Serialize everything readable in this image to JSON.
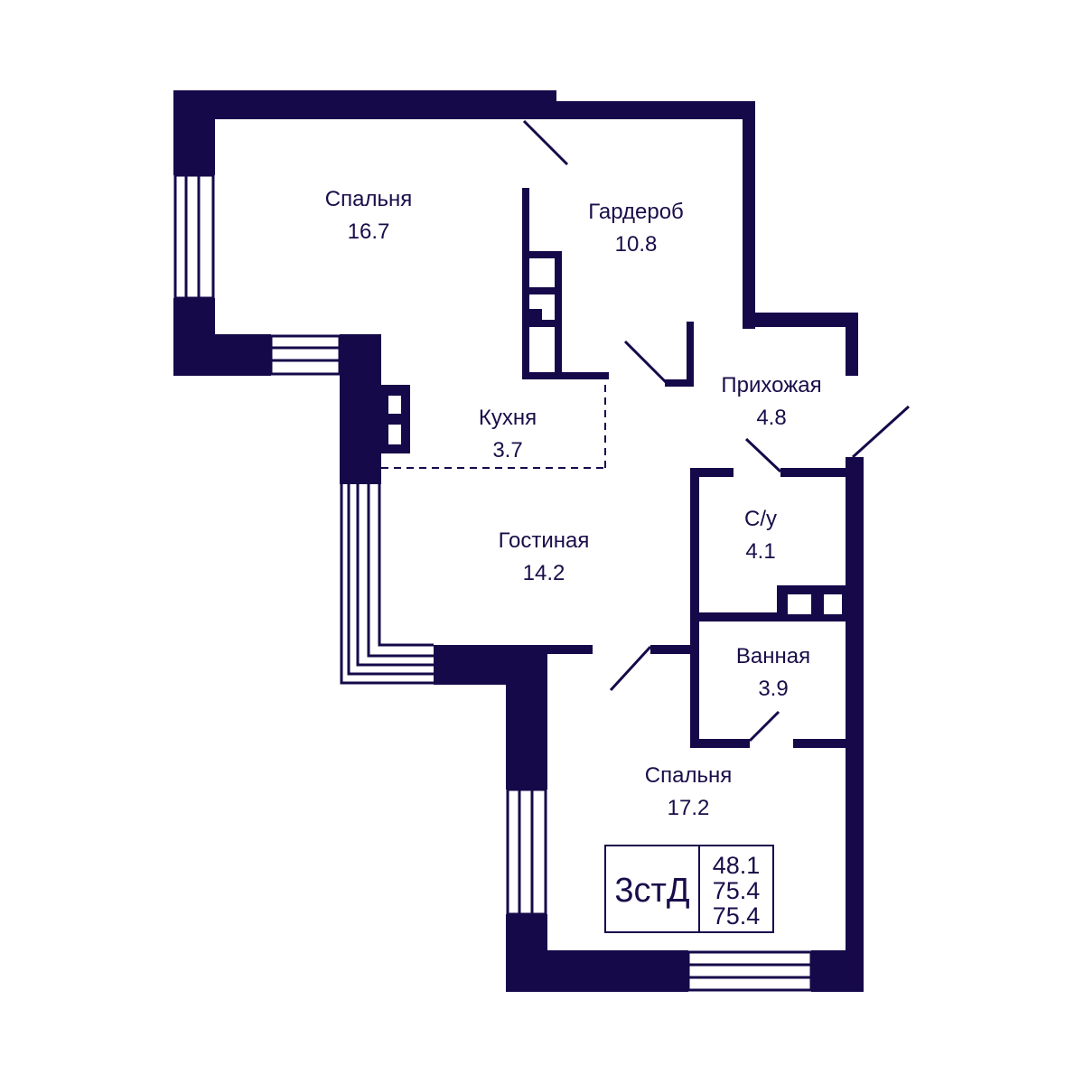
{
  "colors": {
    "wall": "#16094a",
    "background": "#ffffff"
  },
  "rooms": [
    {
      "name": "Спальня",
      "area": "16.7"
    },
    {
      "name": "Гардероб",
      "area": "10.8"
    },
    {
      "name": "Прихожая",
      "area": "4.8"
    },
    {
      "name": "Кухня",
      "area": "3.7"
    },
    {
      "name": "Гостиная",
      "area": "14.2"
    },
    {
      "name": "С/у",
      "area": "4.1"
    },
    {
      "name": "Ванная",
      "area": "3.9"
    },
    {
      "name": "Спальня",
      "area": "17.2"
    }
  ],
  "apartment": {
    "type_code": "3стД",
    "areas": [
      "48.1",
      "75.4",
      "75.4"
    ]
  }
}
